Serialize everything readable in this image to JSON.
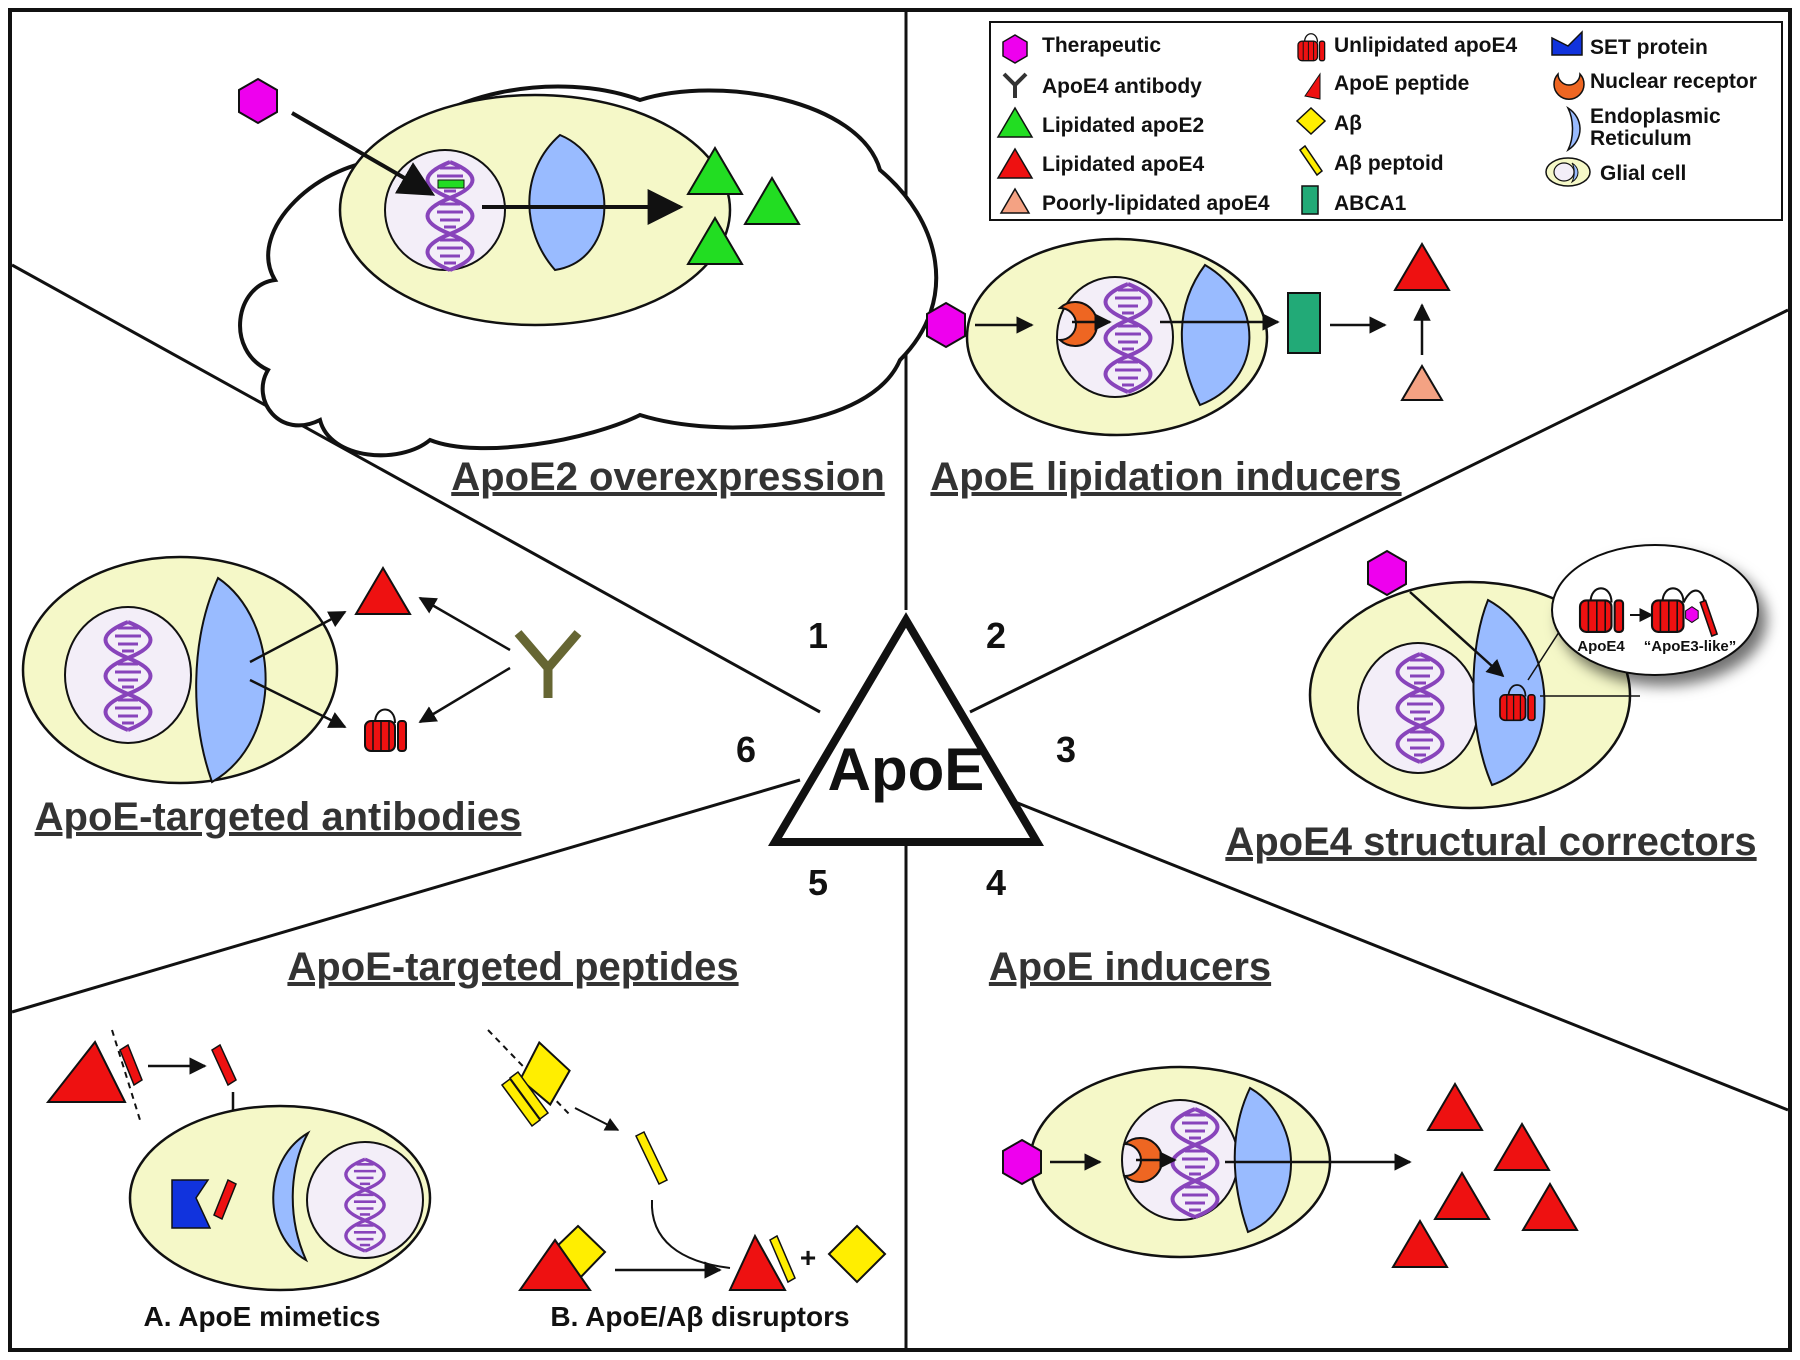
{
  "center_label": "ApoE",
  "strategies": [
    {
      "number": "1",
      "title": "ApoE2 overexpression"
    },
    {
      "number": "2",
      "title": "ApoE lipidation inducers"
    },
    {
      "number": "3",
      "title": "ApoE4 structural correctors"
    },
    {
      "number": "4",
      "title": "ApoE inducers"
    },
    {
      "number": "5",
      "title": "ApoE-targeted peptides"
    },
    {
      "number": "6",
      "title": "ApoE-targeted antibodies"
    }
  ],
  "legend": [
    {
      "label": "Therapeutic",
      "icon": "hexagon-icon",
      "color": "#ee00ee"
    },
    {
      "label": "ApoE4 antibody",
      "icon": "y-antibody-icon",
      "color": "#333333"
    },
    {
      "label": "Lipidated apoE2",
      "icon": "triangle-icon",
      "color": "#22dd22"
    },
    {
      "label": "Lipidated apoE4",
      "icon": "triangle-icon",
      "color": "#ee1111"
    },
    {
      "label": "Poorly-lipidated apoE4",
      "icon": "triangle-icon",
      "color": "#f4a283"
    },
    {
      "label": "Unlipidated apoE4",
      "icon": "unlipidated-protein-icon",
      "color": "#ee1111"
    },
    {
      "label": "ApoE peptide",
      "icon": "peptide-icon",
      "color": "#ee1111"
    },
    {
      "label": "Aβ",
      "icon": "diamond-icon",
      "color": "#ffee00"
    },
    {
      "label": "Aβ peptoid",
      "icon": "peptoid-icon",
      "color": "#ffee00"
    },
    {
      "label": "ABCA1",
      "icon": "rectangle-icon",
      "color": "#22aa77"
    },
    {
      "label": "SET protein",
      "icon": "set-protein-icon",
      "color": "#1133dd"
    },
    {
      "label": "Nuclear receptor",
      "icon": "crescent-icon",
      "color": "#ee6622"
    },
    {
      "label": "Endoplasmic",
      "label2": "Reticulum",
      "icon": "er-icon",
      "color": "#99bbff"
    },
    {
      "label": "Glial cell",
      "icon": "glial-cell-icon",
      "color": "#f5f8c8"
    }
  ],
  "inset_labels": {
    "left": "ApoE4",
    "right": "“ApoE3-like”"
  },
  "captions": {
    "mimetics": "A. ApoE mimetics",
    "disruptors": "B. ApoE/Aβ disruptors"
  },
  "plus_sign": "+",
  "colors": {
    "cell_fill": "#f5f8c8",
    "nucleus_fill": "#f3eef8",
    "er_fill": "#99bbff",
    "dna": "#8844bb",
    "therapeutic": "#ee00ee",
    "apoe2": "#22dd22",
    "apoe4": "#ee1111",
    "poor_apoe4": "#f4a283",
    "abeta": "#ffee00",
    "abca1": "#22aa77",
    "set": "#1133dd",
    "nuclear_receptor": "#ee6622",
    "antibody": "#666633"
  }
}
